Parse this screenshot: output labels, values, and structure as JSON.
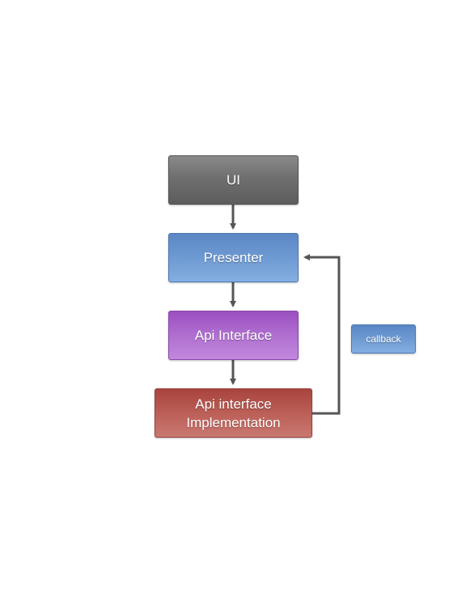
{
  "diagram": {
    "nodes": {
      "ui": "UI",
      "presenter": "Presenter",
      "api_interface": "Api Interface",
      "implementation_line1": "Api interface",
      "implementation_line2": "Implementation",
      "callback_legend": "callback"
    },
    "edges": [
      {
        "from": "UI",
        "to": "Presenter"
      },
      {
        "from": "Presenter",
        "to": "Api Interface"
      },
      {
        "from": "Api Interface",
        "to": "Api interface Implementation"
      },
      {
        "from": "Api interface Implementation",
        "to": "Presenter",
        "kind": "callback"
      }
    ],
    "colors": {
      "ui": "#6f6f6f",
      "presenter": "#6e9ad3",
      "api_interface": "#b06fd0",
      "implementation": "#bb5f57",
      "arrow": "#555555"
    }
  }
}
